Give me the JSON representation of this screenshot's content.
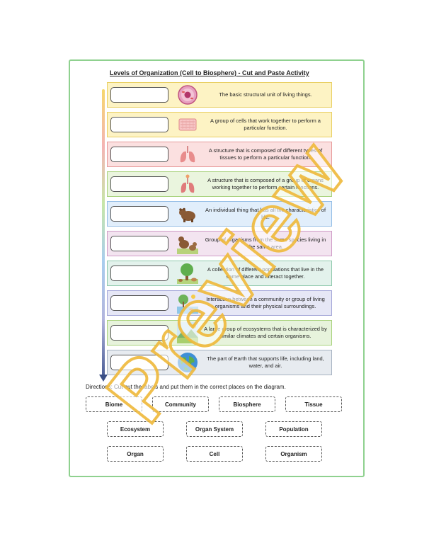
{
  "title": "Levels of Organization (Cell to Biosphere) - Cut and Paste Activity",
  "rows": [
    {
      "desc": "The basic structural unit of living things.",
      "icon": "cell-icon",
      "bg": "#fdf3c4",
      "border": "#e9cf63"
    },
    {
      "desc": "A group of cells that work together to perform a particular function.",
      "icon": "tissue-icon",
      "bg": "#fdf3c4",
      "border": "#e9cf63"
    },
    {
      "desc": "A structure that is composed of different types of tissues to perform a particular function.",
      "icon": "lungs-icon",
      "bg": "#fbe0e0",
      "border": "#e79a9a"
    },
    {
      "desc": "A structure that is composed of a group of organs working together to perform certain functions.",
      "icon": "respiratory-system-icon",
      "bg": "#eaf5de",
      "border": "#a8d27c"
    },
    {
      "desc": "An individual thing that has all the characteristics of life.",
      "icon": "bear-icon",
      "bg": "#e1eefb",
      "border": "#94bde6"
    },
    {
      "desc": "Group of organisms from the same species living in the same area.",
      "icon": "bear-family-icon",
      "bg": "#f3e4f0",
      "border": "#cf9cc7"
    },
    {
      "desc": "A collection of different populations that live in the same place and interact together.",
      "icon": "tree-animals-icon",
      "bg": "#e3f2ec",
      "border": "#8fc9ad"
    },
    {
      "desc": "Interaction between a community or group of living organisms and their physical surroundings.",
      "icon": "ecosystem-icon",
      "bg": "#e6e7f6",
      "border": "#a3a6d8"
    },
    {
      "desc": "A large group of ecosystems that is characterized by similar climates and certain organisms.",
      "icon": "biome-icon",
      "bg": "#e7f3dc",
      "border": "#a8d27c"
    },
    {
      "desc": "The part of Earth that supports life, including land, water, and air.",
      "icon": "earth-icon",
      "bg": "#e7ebf0",
      "border": "#a7b3c2"
    }
  ],
  "directions": "Directions: Cut out the labels and put them in the correct places on the diagram.",
  "labels": [
    "Biome",
    "Community",
    "Biosphere",
    "Tissue",
    "Ecosystem",
    "Organ System",
    "Population",
    "Organ",
    "Cell",
    "Organism"
  ],
  "watermark": "Preview"
}
